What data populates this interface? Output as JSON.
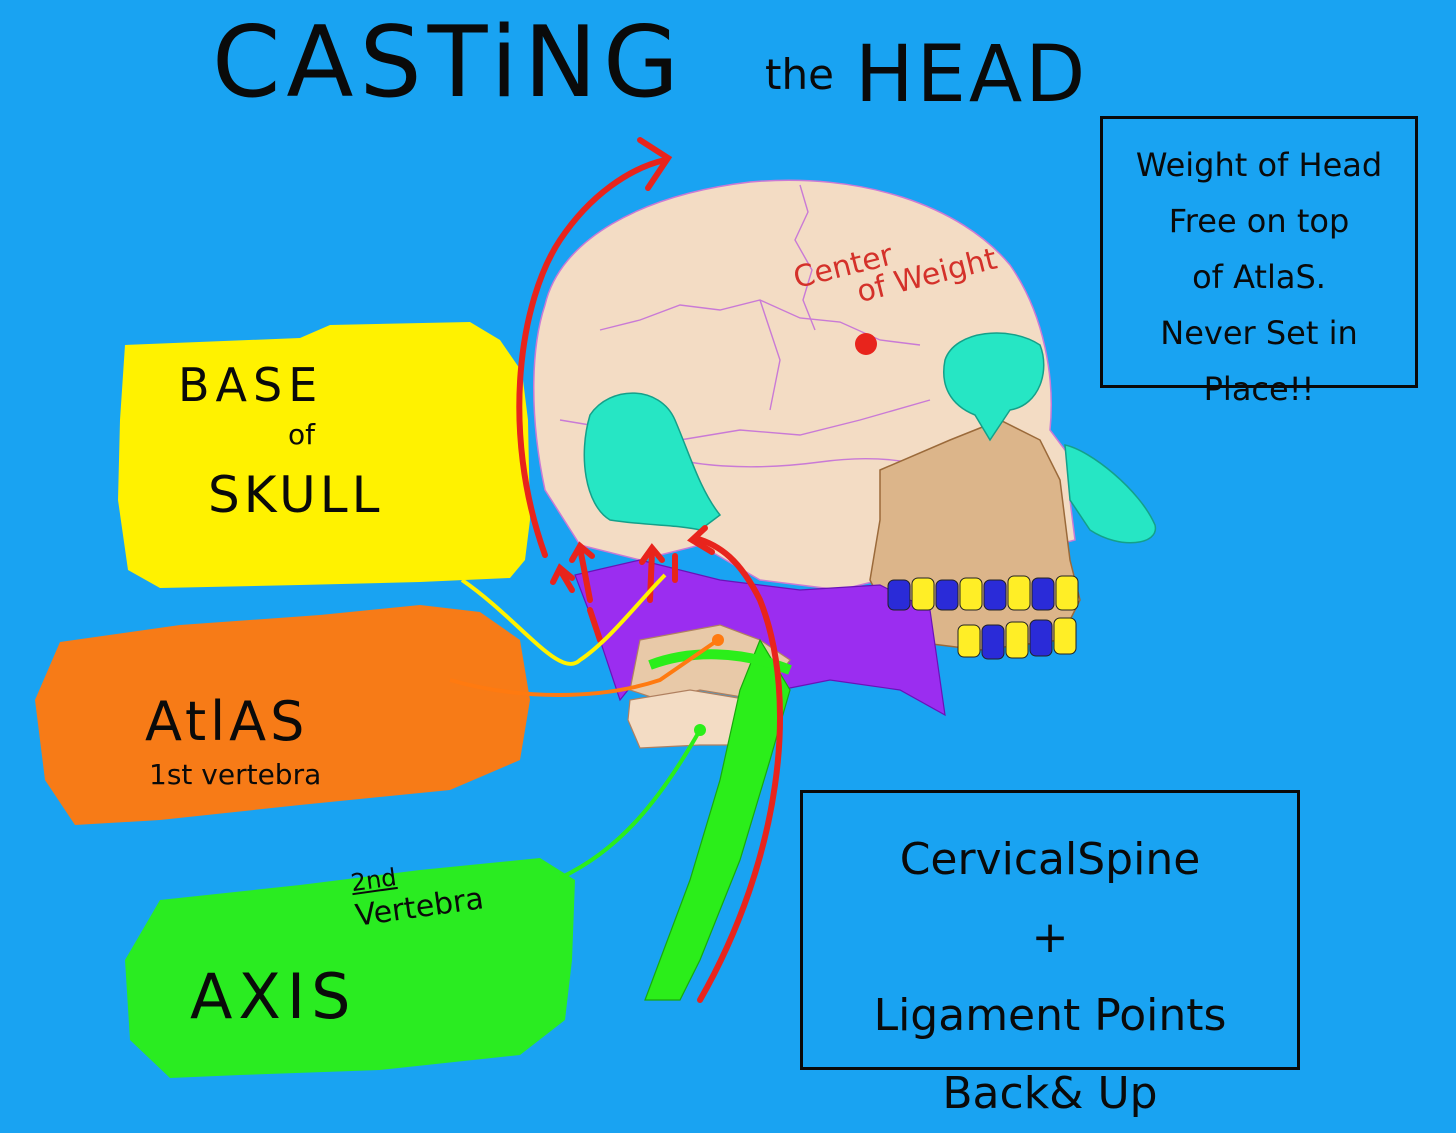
{
  "title": {
    "main": "CASTiNG",
    "the": "the",
    "head": "HEAD"
  },
  "labels": {
    "base_of_skull": {
      "line1": "BASE",
      "line2": "of",
      "line3": "SKULL"
    },
    "atlas": {
      "line1": "AtlAS",
      "line2": "1st vertebra"
    },
    "axis": {
      "line1": "AXIS",
      "ordinal": "2nd",
      "word": "Vertebra"
    },
    "center_of_weight": {
      "line1": "Center",
      "line2": "of Weight"
    }
  },
  "note_box": {
    "lines": [
      "Weight of Head",
      "Free on top",
      "of AtlaS.",
      "Never Set in",
      "Place!!"
    ]
  },
  "spine_box": {
    "lines": [
      "CervicalSpine",
      "+",
      "Ligament Points",
      "Back& Up"
    ]
  },
  "colors": {
    "background": "#19a3f2",
    "skull": "#f3dcc4",
    "ear": "#26e6c4",
    "muscle": "#9b2df0",
    "arrow": "#e8241c",
    "base_label": "#fff200",
    "atlas_label": "#ff7a10",
    "axis_label": "#2bee1a",
    "teeth_yellow": "#ffee26",
    "teeth_blue": "#2a2bd8",
    "jaw": "#dcb58a"
  }
}
